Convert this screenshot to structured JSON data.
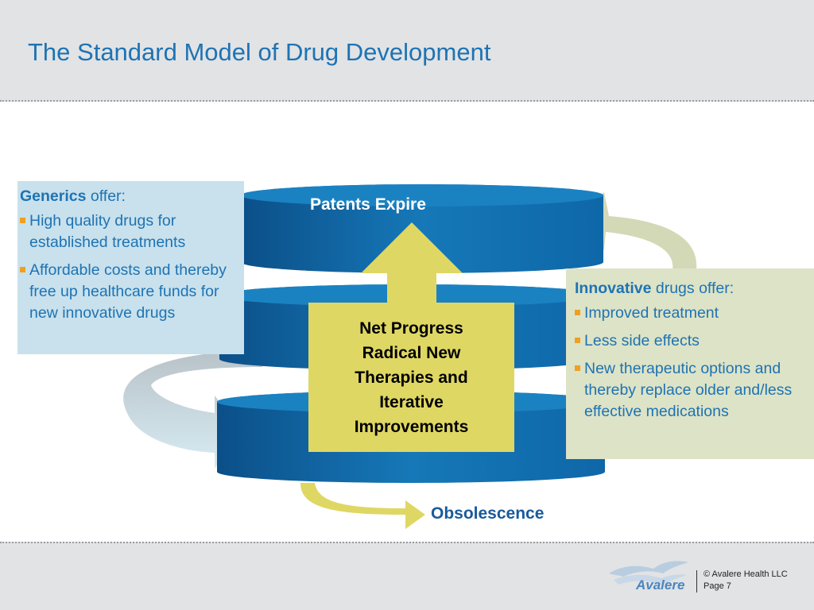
{
  "title": "The Standard Model of Drug Development",
  "patents_label": "Patents Expire",
  "obsolescence_label": "Obsolescence",
  "center_lines": [
    "Net Progress",
    "Radical New",
    "Therapies and",
    "Iterative",
    "Improvements"
  ],
  "generics": {
    "head_bold": "Generics",
    "head_rest": " offer:",
    "items": [
      "High quality drugs for established treatments",
      "Affordable costs and thereby free up healthcare funds for new innovative drugs"
    ]
  },
  "innovative": {
    "head_bold": "Innovative",
    "head_rest": " drugs offer:",
    "items": [
      "Improved treatment",
      "Less side effects",
      "New therapeutic options and thereby replace older and/less effective medications"
    ]
  },
  "footer": {
    "logo_text": "Avalere",
    "copyright": "© Avalere Health LLC",
    "page": "Page 7"
  },
  "colors": {
    "title_blue": "#1e73b4",
    "disc_dark": "#0e5a96",
    "disc_light": "#1a7fc0",
    "yellow": "#dfd764",
    "generics_bg": "#c8e1ec",
    "innovative_bg": "#dde3c6",
    "bullet": "#f0a020"
  }
}
